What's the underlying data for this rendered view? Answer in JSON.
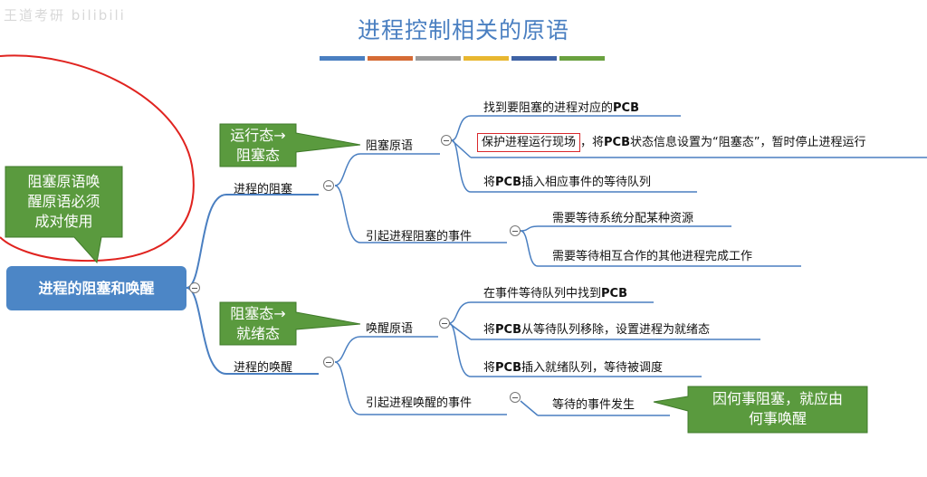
{
  "title": "进程控制相关的原语",
  "watermark": "王道考研 bilibili",
  "colors": {
    "accent_blue": "#4c86c6",
    "callout_green": "#5a9a3e",
    "branch_line": "#4a7fc1",
    "highlight_red": "#d9282c",
    "bars": [
      "#4a7fc1",
      "#d56b35",
      "#9a9a9a",
      "#e8b730",
      "#3f63a5",
      "#6aa13f"
    ]
  },
  "root": "进程的阻塞和唤醒",
  "branches": {
    "block": {
      "label": "进程的阻塞",
      "primitive": {
        "label": "阻塞原语",
        "steps": [
          {
            "prefix": "找到要阻塞的进程对应的",
            "bold": "PCB",
            "suffix": ""
          },
          {
            "highlight": "保护进程运行现场",
            "prefix": "，将",
            "bold": "PCB",
            "suffix": "状态信息设置为“阻塞态”，暂时停止进程运行"
          },
          {
            "prefix": "将",
            "bold": "PCB",
            "suffix": "插入相应事件的等待队列"
          }
        ]
      },
      "cause": {
        "label": "引起进程阻塞的事件",
        "items": [
          "需要等待系统分配某种资源",
          "需要等待相互合作的其他进程完成工作"
        ]
      }
    },
    "wake": {
      "label": "进程的唤醒",
      "primitive": {
        "label": "唤醒原语",
        "steps": [
          {
            "prefix": "在事件等待队列中找到",
            "bold": "PCB",
            "suffix": ""
          },
          {
            "prefix": "将",
            "bold": "PCB",
            "suffix": "从等待队列移除，设置进程为就绪态"
          },
          {
            "prefix": "将",
            "bold": "PCB",
            "suffix": "插入就绪队列，等待被调度"
          }
        ]
      },
      "cause": {
        "label": "引起进程唤醒的事件",
        "items": [
          "等待的事件发生"
        ]
      }
    }
  },
  "callouts": {
    "pair": {
      "line1": "阻塞原语唤",
      "line2": "醒原语必须",
      "line3": "成对使用"
    },
    "run_to_block": {
      "line1": "运行态→",
      "line2": "阻塞态"
    },
    "block_to_ready": {
      "line1": "阻塞态→",
      "line2": "就绪态"
    },
    "cause_effect": {
      "line1": "因何事阻塞，就应由",
      "line2": "何事唤醒"
    }
  }
}
